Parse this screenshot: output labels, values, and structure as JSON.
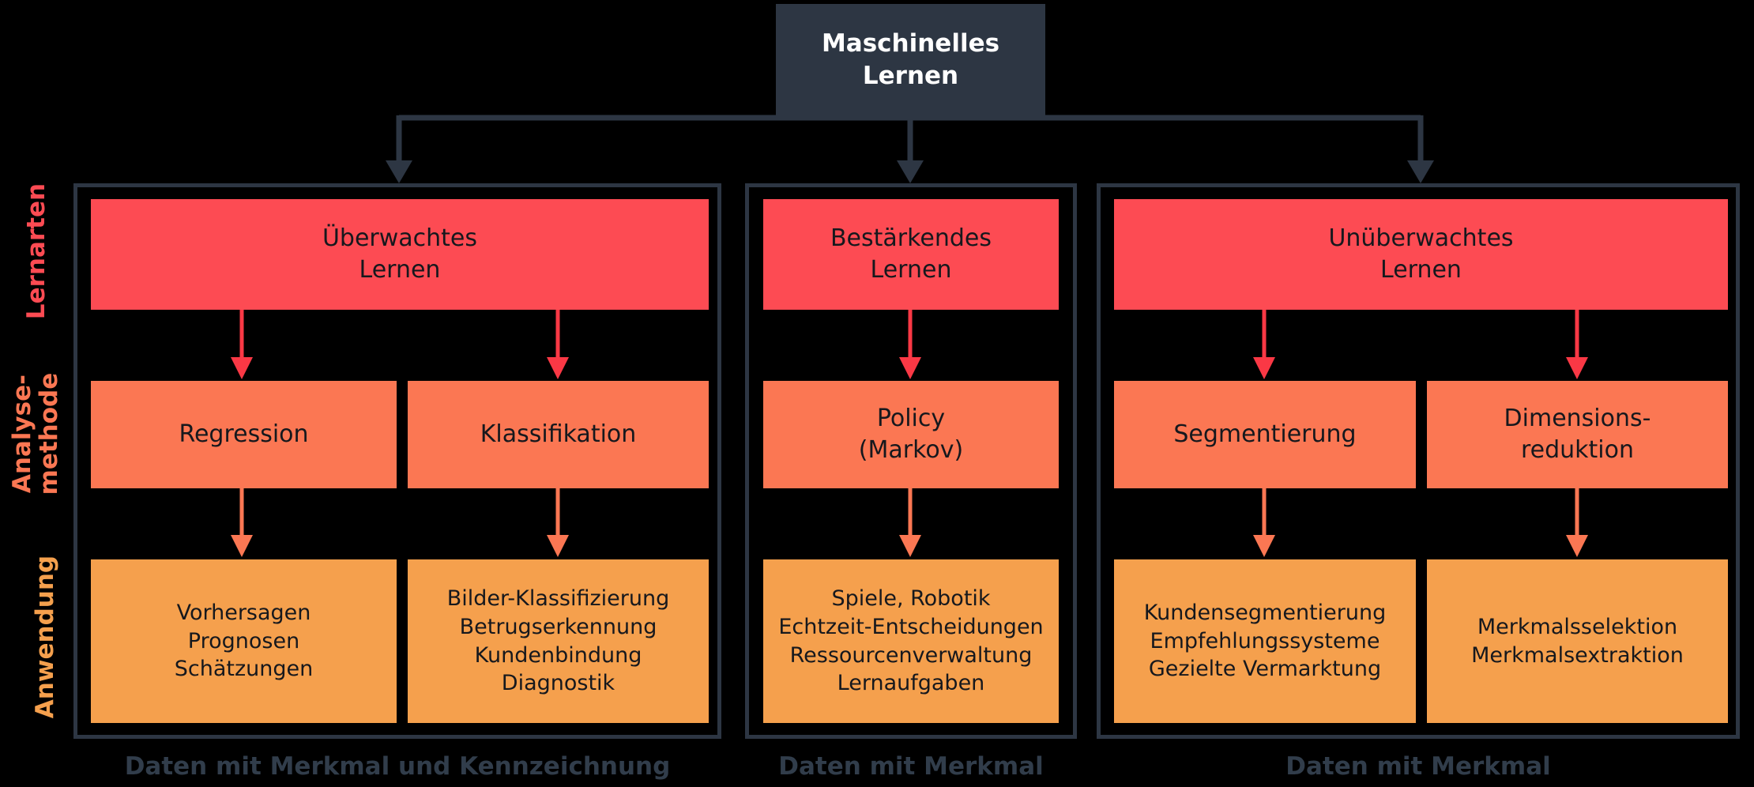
{
  "colors": {
    "background": "#000000",
    "dark": "#2d3643",
    "learning-type": "#fd4b53",
    "method": "#fb7753",
    "application": "#f5a04d",
    "arrow-red": "#fa3845",
    "caption": "#313d4b",
    "root-text": "#ffffff",
    "node-text": "#16181d"
  },
  "root": {
    "title": "Maschinelles\nLernen"
  },
  "row_labels": {
    "learning_types": "Lernarten",
    "analysis_method": "Analyse-\nmethode",
    "application": "Anwendung"
  },
  "groups": [
    {
      "type": "Überwachtes\nLernen",
      "methods": [
        "Regression",
        "Klassifikation"
      ],
      "applications": [
        "Vorhersagen\nPrognosen\nSchätzungen",
        "Bilder-Klassifizierung\nBetrugserkennung\nKundenbindung\nDiagnostik"
      ],
      "caption": "Daten mit Merkmal und Kennzeichnung"
    },
    {
      "type": "Bestärkendes\nLernen",
      "methods": [
        "Policy\n(Markov)"
      ],
      "applications": [
        "Spiele, Robotik\nEchtzeit-Entscheidungen\nRessourcenverwaltung\nLernaufgaben"
      ],
      "caption": "Daten mit Merkmal"
    },
    {
      "type": "Unüberwachtes\nLernen",
      "methods": [
        "Segmentierung",
        "Dimensions-\nreduktion"
      ],
      "applications": [
        "Kundensegmentierung\nEmpfehlungssysteme\nGezielte Vermarktung",
        "Merkmalsselektion\nMerkmalsextraktion"
      ],
      "caption": "Daten mit Merkmal"
    }
  ]
}
